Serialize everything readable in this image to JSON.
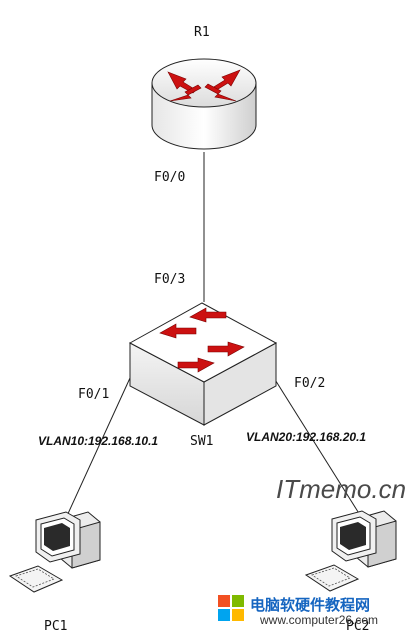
{
  "devices": {
    "router": {
      "label": "R1"
    },
    "switch": {
      "label": "SW1"
    },
    "pc1": {
      "label": "PC1"
    },
    "pc2": {
      "label": "PC2"
    }
  },
  "ports": {
    "router_f00": "F0/0",
    "switch_f03": "F0/3",
    "switch_f01": "F0/1",
    "switch_f02": "F0/2"
  },
  "vlans": {
    "vlan10": "VLAN10:192.168.10.1",
    "vlan20": "VLAN20:192.168.20.1"
  },
  "watermark": {
    "itmemo": "ITmemo.cn",
    "site_cn": "电脑软硬件教程网",
    "site_url": "www.computer26.com"
  },
  "colors": {
    "arrow": "#cc1111",
    "device_fill": "#f2f2f2",
    "line": "#222222"
  }
}
